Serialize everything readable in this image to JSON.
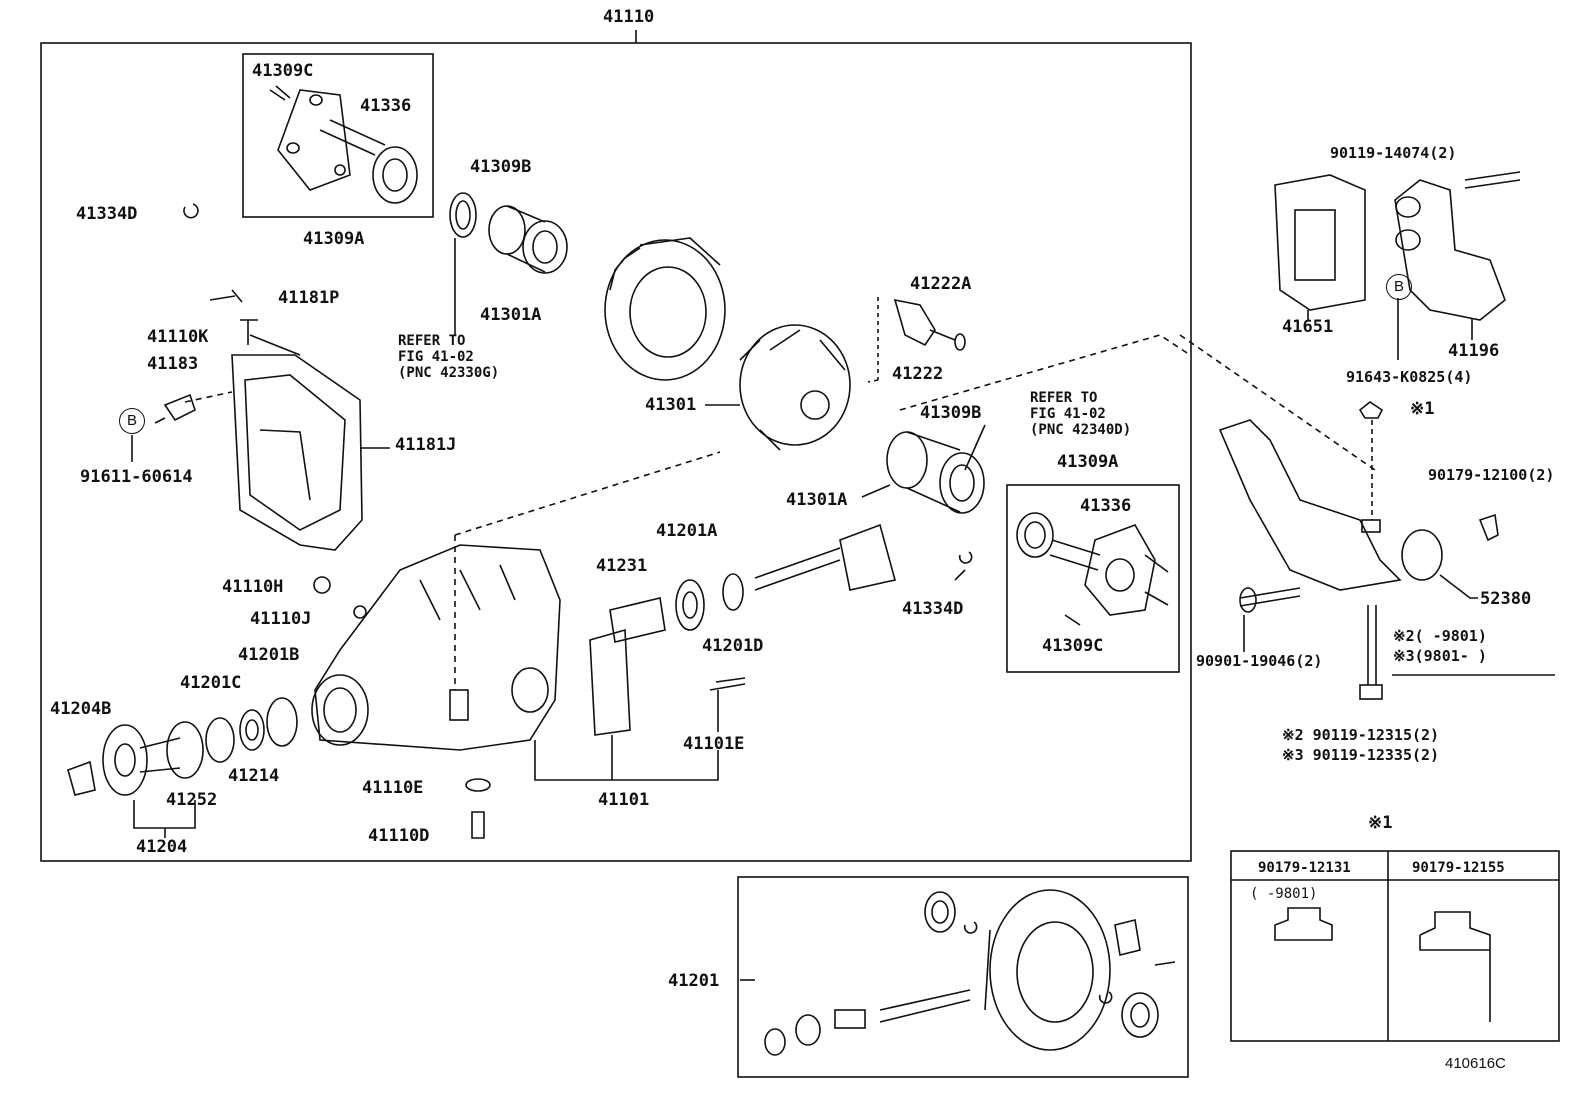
{
  "labels": {
    "assy": "41110",
    "c1": "41309C",
    "c2": "41336",
    "c3": "41309A",
    "c4": "41334D",
    "c5": "41309B",
    "c6": "41301A",
    "c7": "41181P",
    "c8": "41110K",
    "c9": "41183",
    "c10": "91611-60614",
    "c11": "41181J",
    "c12": "41301",
    "c13": "41222A",
    "c14": "41222",
    "c15": "41309B",
    "c16": "41301A",
    "c17": "41309A",
    "c18": "41336",
    "c19": "41309C",
    "c20": "41334D",
    "c21": "41110H",
    "c22": "41110J",
    "c23": "41201B",
    "c24": "41201C",
    "c25": "41204B",
    "c26": "41214",
    "c27": "41252",
    "c28": "41204",
    "c29": "41231",
    "c30": "41201A",
    "c31": "41201D",
    "c32": "41101E",
    "c33": "41101",
    "c34": "41110E",
    "c35": "41110D",
    "c36": "41201",
    "r1": "90119-14074(2)",
    "r2": "41651",
    "r3": "41196",
    "r4": "91643-K0825(4)",
    "r5": "※1",
    "r6": "90179-12100(2)",
    "r7": "52380",
    "r8": "90901-19046(2)",
    "r9": "※2 90119-12315(2)",
    "r10": "※3 90119-12335(2)",
    "note1": "※2(     -9801)",
    "note2": "※3(9801-      )"
  },
  "refer": {
    "ref1": "REFER TO\nFIG 41-02\n(PNC 42330G)",
    "ref2": "REFER TO\nFIG 41-02\n(PNC 42340D)"
  },
  "circle_b": "B",
  "table": {
    "title": "※1",
    "col1_header": "90179-12131",
    "col1_range": "(     -9801)",
    "col2_header": "90179-12155"
  },
  "figure_id": "410616C"
}
